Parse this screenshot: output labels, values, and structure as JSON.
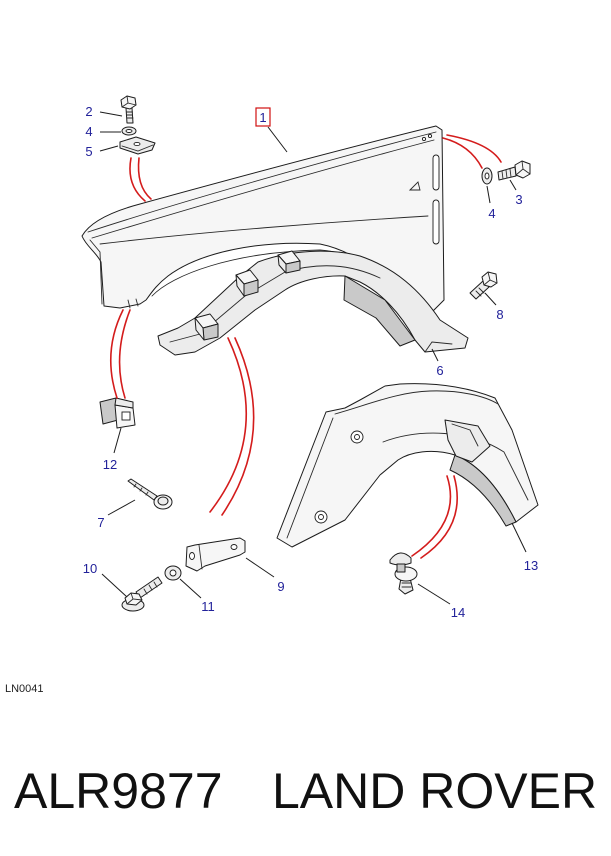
{
  "diagram": {
    "callouts": {
      "fender": "1",
      "upper_bolt": "2",
      "rear_bolt": "3",
      "upper_washer": "4",
      "rear_washer": "4",
      "clip_plate": "5",
      "rear_liner": "6",
      "screw": "7",
      "lower_bolt": "8",
      "bracket": "9",
      "flange_bolt": "10",
      "bracket_washer": "11",
      "clip_nut": "12",
      "front_liner": "13",
      "push_clip": "14"
    },
    "reference_code": "LN0041"
  },
  "caption": {
    "part_number": "ALR9877",
    "brand": "LAND ROVER"
  },
  "colors": {
    "callout_text": "#22229a",
    "callout_highlight_box": "#d01010",
    "assembly_lines": "#d41c1c",
    "part_fill": "#ececec",
    "outline": "#1c1c1c",
    "background": "#ffffff"
  }
}
